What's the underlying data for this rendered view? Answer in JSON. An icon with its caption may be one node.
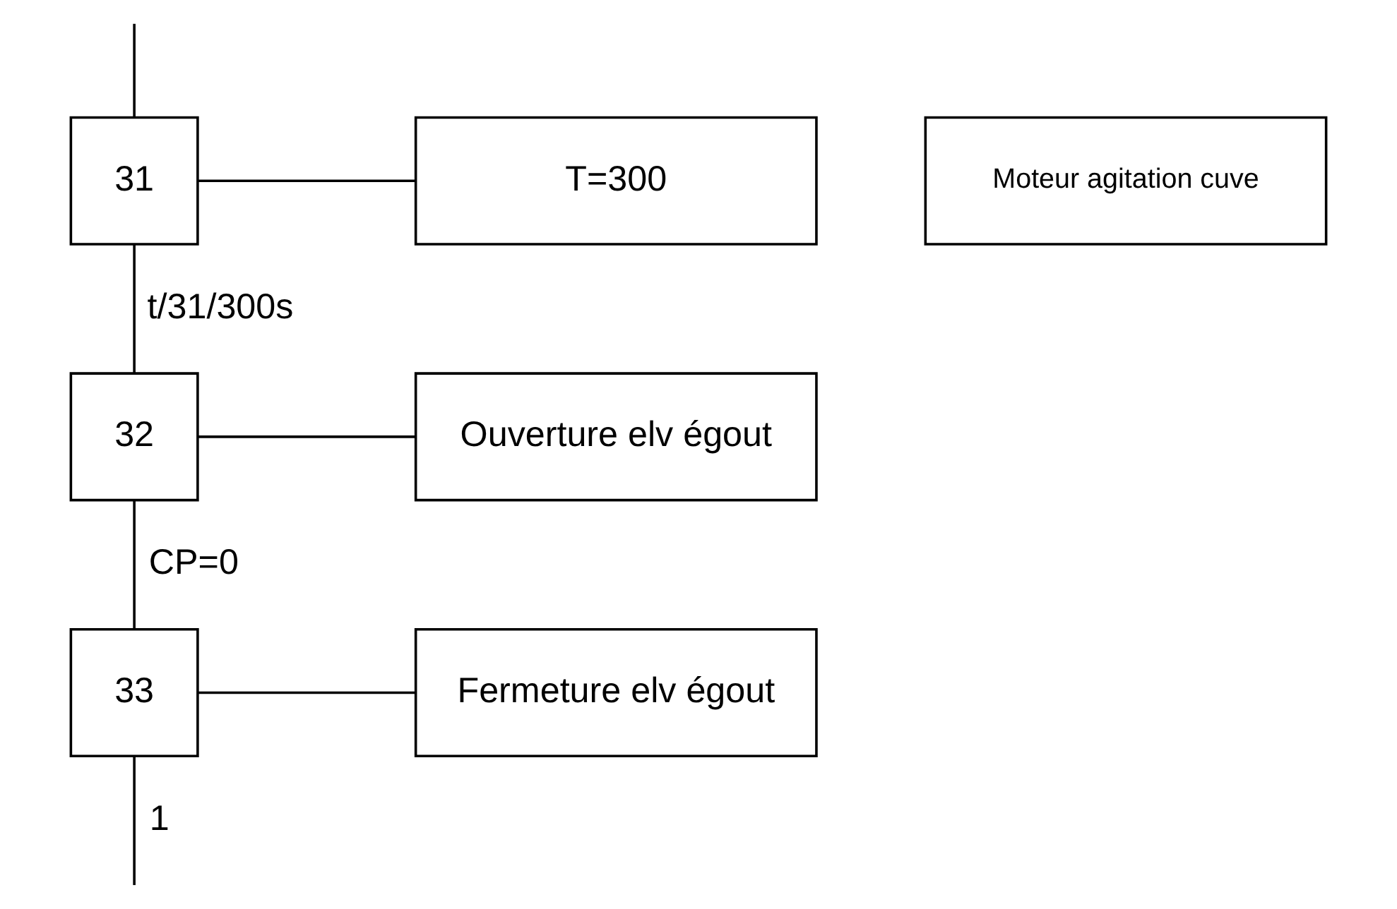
{
  "diagram": {
    "nodes": [
      {
        "text": [
          "31"
        ]
      },
      {
        "text": [
          "T=300"
        ]
      },
      {
        "text": [
          "Moteur agitation cuve"
        ]
      },
      {
        "text": [
          "32"
        ]
      },
      {
        "text": [
          "Ouverture elv égout"
        ]
      },
      {
        "text": [
          "33"
        ]
      },
      {
        "text": [
          "Fermeture elv égout"
        ]
      }
    ],
    "edges": [
      {
        "from": null,
        "to": 0,
        "arrow": "none"
      },
      {
        "from": 0,
        "to": 1,
        "arrow": "none"
      },
      {
        "from": 0,
        "to": 3,
        "arrow": "none",
        "label": "t/31/300s"
      },
      {
        "from": 3,
        "to": 4,
        "arrow": "none"
      },
      {
        "from": 3,
        "to": 5,
        "arrow": "none",
        "label": "CP=0"
      },
      {
        "from": 5,
        "to": 6,
        "arrow": "none"
      },
      {
        "from": 5,
        "to": null,
        "arrow": "none",
        "label": "1"
      }
    ]
  }
}
